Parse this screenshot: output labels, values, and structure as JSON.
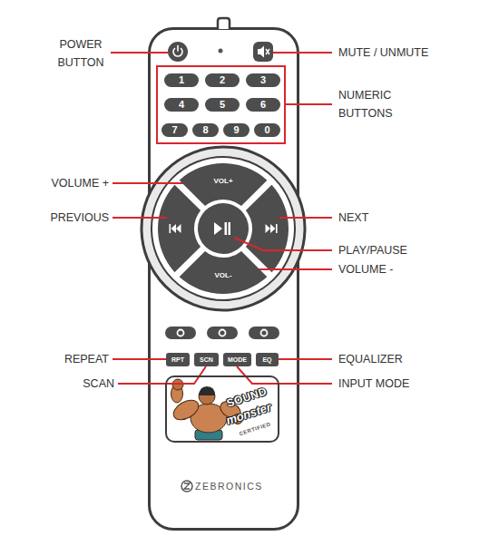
{
  "diagram": {
    "nodes": [
      {
        "text": [
          "ZEBRONICS"
        ]
      },
      {
        "text": [
          "1"
        ],
        "in": 0
      },
      {
        "text": [
          "2"
        ],
        "in": 0
      },
      {
        "text": [
          "3"
        ],
        "in": 0
      },
      {
        "text": [
          "4"
        ],
        "in": 0
      },
      {
        "text": [
          "5"
        ],
        "in": 0
      },
      {
        "text": [
          "6"
        ],
        "in": 0
      },
      {
        "text": [
          "7"
        ],
        "in": 0
      },
      {
        "text": [
          "8"
        ],
        "in": 0
      },
      {
        "text": [
          "9"
        ],
        "in": 0
      },
      {
        "text": [
          "0"
        ],
        "in": 0
      },
      {
        "text": [
          "VOL+"
        ],
        "in": 0
      },
      {
        "text": [
          "VOL-"
        ],
        "in": 0
      },
      {
        "text": [
          "RPT"
        ],
        "in": 0
      },
      {
        "text": [
          "SCN"
        ],
        "in": 0
      },
      {
        "text": [
          "MODE"
        ],
        "in": 0
      },
      {
        "text": [
          "EQ"
        ],
        "in": 0
      },
      {
        "text": [
          "SOUND",
          "monster",
          "CERTIFIED"
        ],
        "in": 0
      }
    ],
    "labels": [
      "POWER BUTTON",
      "MUTE / UNMUTE",
      "NUMERIC BUTTONS",
      "VOLUME +",
      "PREVIOUS",
      "NEXT",
      "PLAY/PAUSE",
      "VOLUME -",
      "REPEAT",
      "EQUALIZER",
      "SCAN",
      "INPUT MODE"
    ]
  }
}
